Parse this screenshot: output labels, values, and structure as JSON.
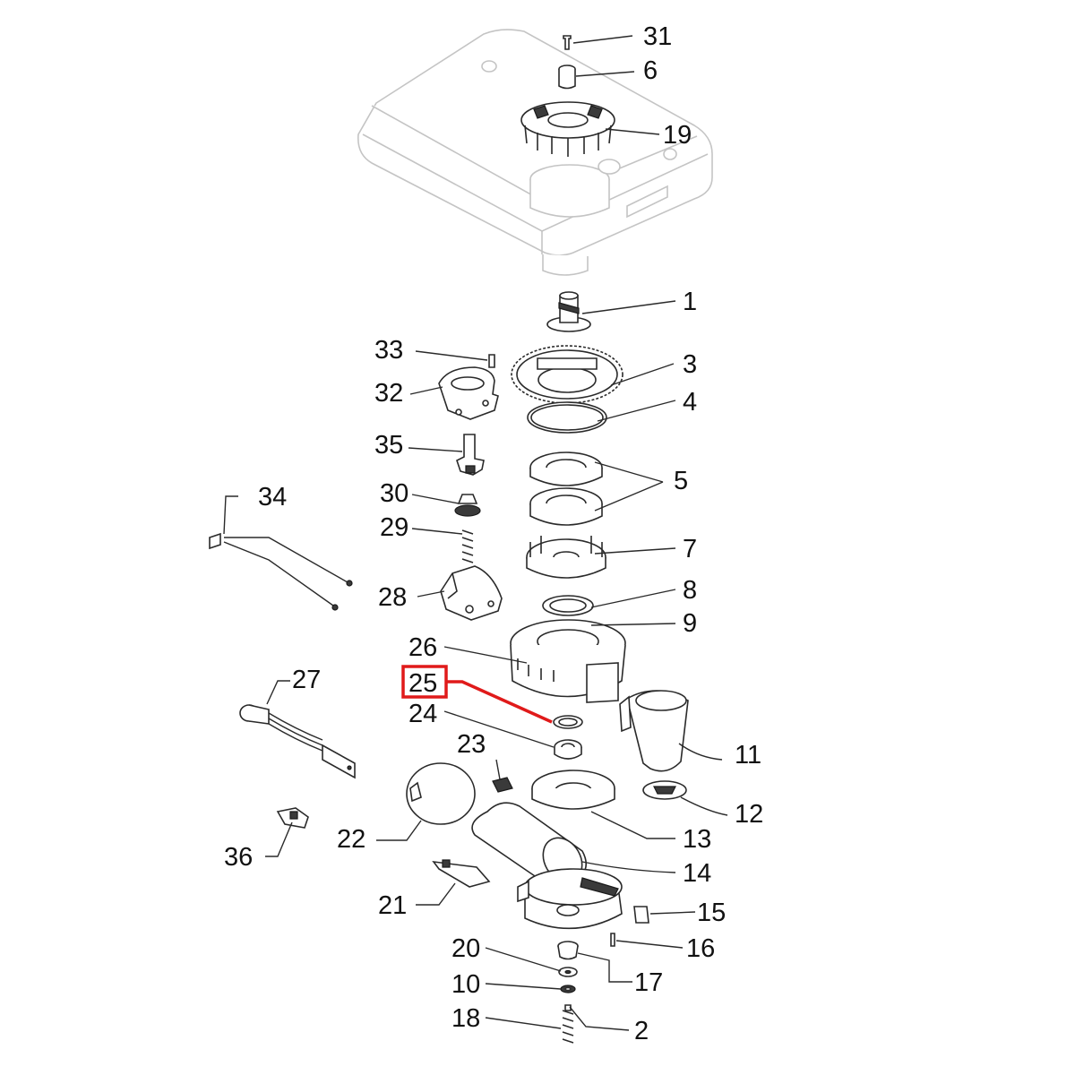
{
  "diagram": {
    "callouts": [
      {
        "id": "c31",
        "label": "31"
      },
      {
        "id": "c6",
        "label": "6"
      },
      {
        "id": "c19",
        "label": "19"
      },
      {
        "id": "c1",
        "label": "1"
      },
      {
        "id": "c33",
        "label": "33"
      },
      {
        "id": "c3",
        "label": "3"
      },
      {
        "id": "c32",
        "label": "32"
      },
      {
        "id": "c4",
        "label": "4"
      },
      {
        "id": "c35",
        "label": "35"
      },
      {
        "id": "c5",
        "label": "5"
      },
      {
        "id": "c34",
        "label": "34"
      },
      {
        "id": "c30",
        "label": "30"
      },
      {
        "id": "c29",
        "label": "29"
      },
      {
        "id": "c7",
        "label": "7"
      },
      {
        "id": "c28",
        "label": "28"
      },
      {
        "id": "c8",
        "label": "8"
      },
      {
        "id": "c9",
        "label": "9"
      },
      {
        "id": "c26",
        "label": "26"
      },
      {
        "id": "c25",
        "label": "25"
      },
      {
        "id": "c27",
        "label": "27"
      },
      {
        "id": "c24",
        "label": "24"
      },
      {
        "id": "c11",
        "label": "11"
      },
      {
        "id": "c23",
        "label": "23"
      },
      {
        "id": "c12",
        "label": "12"
      },
      {
        "id": "c22",
        "label": "22"
      },
      {
        "id": "c13",
        "label": "13"
      },
      {
        "id": "c36",
        "label": "36"
      },
      {
        "id": "c14",
        "label": "14"
      },
      {
        "id": "c21",
        "label": "21"
      },
      {
        "id": "c15",
        "label": "15"
      },
      {
        "id": "c16",
        "label": "16"
      },
      {
        "id": "c20",
        "label": "20"
      },
      {
        "id": "c17",
        "label": "17"
      },
      {
        "id": "c10",
        "label": "10"
      },
      {
        "id": "c18",
        "label": "18"
      },
      {
        "id": "c2",
        "label": "2"
      }
    ],
    "highlighted_part": "25",
    "colors": {
      "highlight": "#e01a1a",
      "line": "#2a2a2a",
      "ghost_line": "#c4c4c4",
      "background": "#ffffff"
    }
  }
}
